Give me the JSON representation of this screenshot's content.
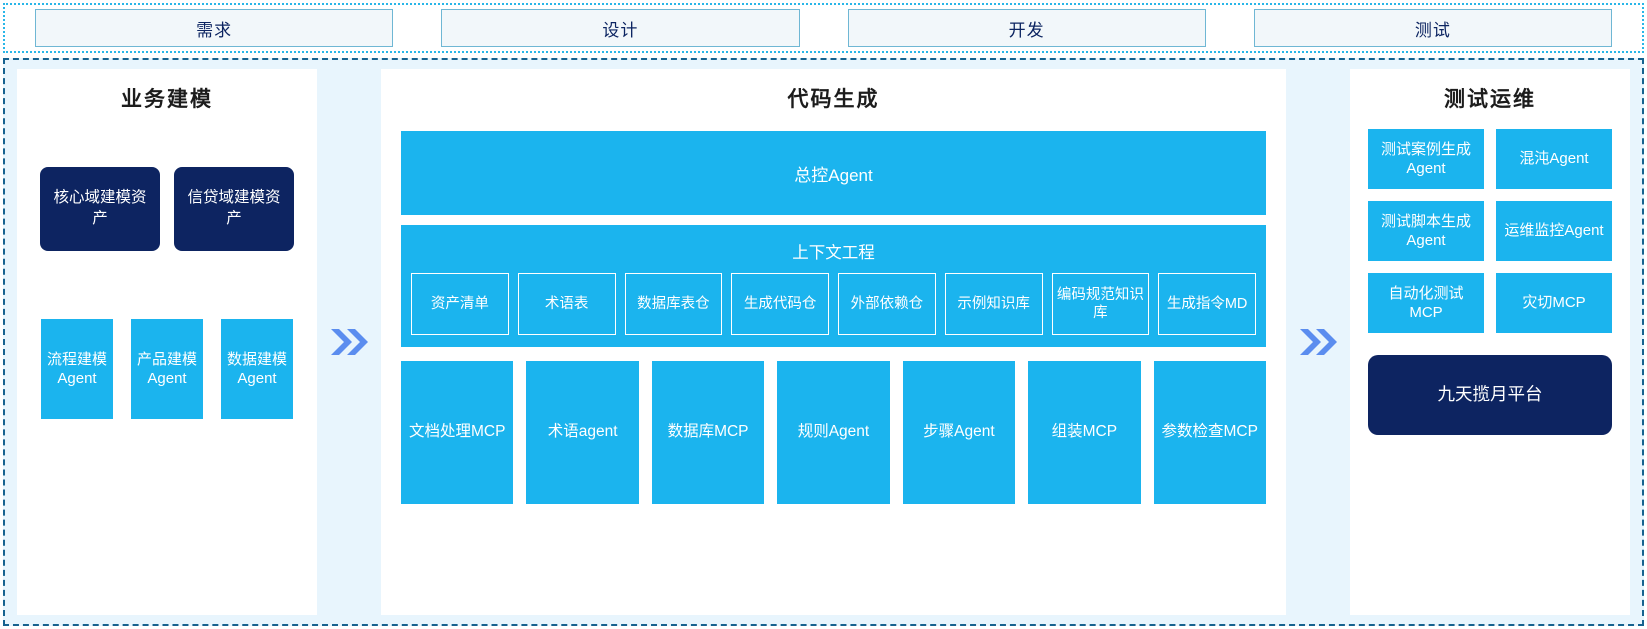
{
  "phases": {
    "tabs": [
      {
        "label": "需求"
      },
      {
        "label": "设计"
      },
      {
        "label": "开发"
      },
      {
        "label": "测试"
      }
    ]
  },
  "colors": {
    "cyan": "#1bb4ee",
    "navy": "#0d2461",
    "panel_bg": "#e8f5fd",
    "chevron": "#5b8def",
    "tab_border": "#6fb7d4"
  },
  "business_panel": {
    "title": "业务建模",
    "assets": [
      {
        "label": "核心域建模资产"
      },
      {
        "label": "信贷域建模资产"
      }
    ],
    "agents": [
      {
        "label": "流程建模Agent"
      },
      {
        "label": "产品建模Agent"
      },
      {
        "label": "数据建模Agent"
      }
    ]
  },
  "connector_1": {
    "icon": "double-chevron-right"
  },
  "code_panel": {
    "title": "代码生成",
    "master_agent": {
      "label": "总控Agent"
    },
    "context": {
      "title": "上下文工程",
      "items": [
        {
          "label": "资产清单"
        },
        {
          "label": "术语表"
        },
        {
          "label": "数据库表仓"
        },
        {
          "label": "生成代码仓"
        },
        {
          "label": "外部依赖仓"
        },
        {
          "label": "示例知识库"
        },
        {
          "label": "编码规范知识库"
        },
        {
          "label": "生成指令MD"
        }
      ]
    },
    "tools": [
      {
        "label": "文档处理MCP"
      },
      {
        "label": "术语agent"
      },
      {
        "label": "数据库MCP"
      },
      {
        "label": "规则Agent"
      },
      {
        "label": "步骤Agent"
      },
      {
        "label": "组装MCP"
      },
      {
        "label": "参数检查MCP"
      }
    ]
  },
  "connector_2": {
    "icon": "double-chevron-right"
  },
  "testops_panel": {
    "title": "测试运维",
    "items": [
      {
        "label": "测试案例生成Agent"
      },
      {
        "label": "混沌Agent"
      },
      {
        "label": "测试脚本生成Agent"
      },
      {
        "label": "运维监控Agent"
      },
      {
        "label": "自动化测试MCP"
      },
      {
        "label": "灾切MCP"
      }
    ],
    "platform": {
      "label": "九天揽月平台"
    }
  }
}
